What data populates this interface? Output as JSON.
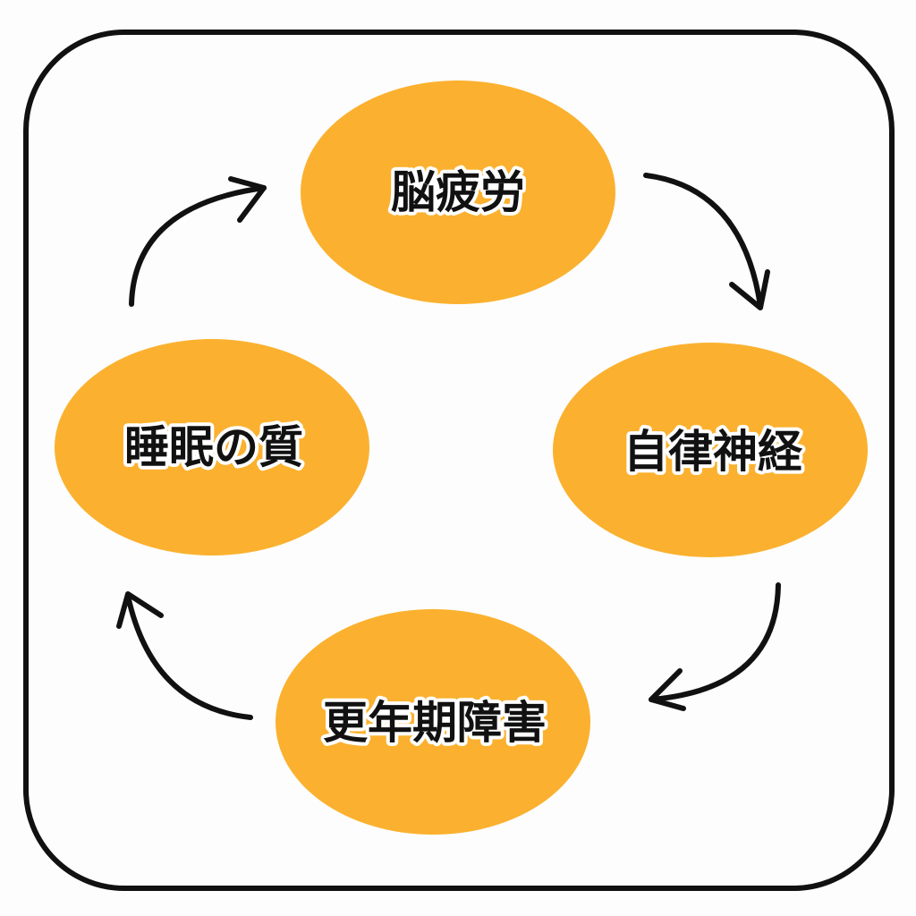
{
  "nodes": [
    {
      "label": "脳疲労"
    },
    {
      "label": "自律神経"
    },
    {
      "label": "更年期障害"
    },
    {
      "label": "睡眠の質"
    }
  ],
  "colors": {
    "node_fill": "#FBB12F",
    "border": "#111111",
    "arrow": "#111111",
    "background": "#FDFDFD"
  }
}
